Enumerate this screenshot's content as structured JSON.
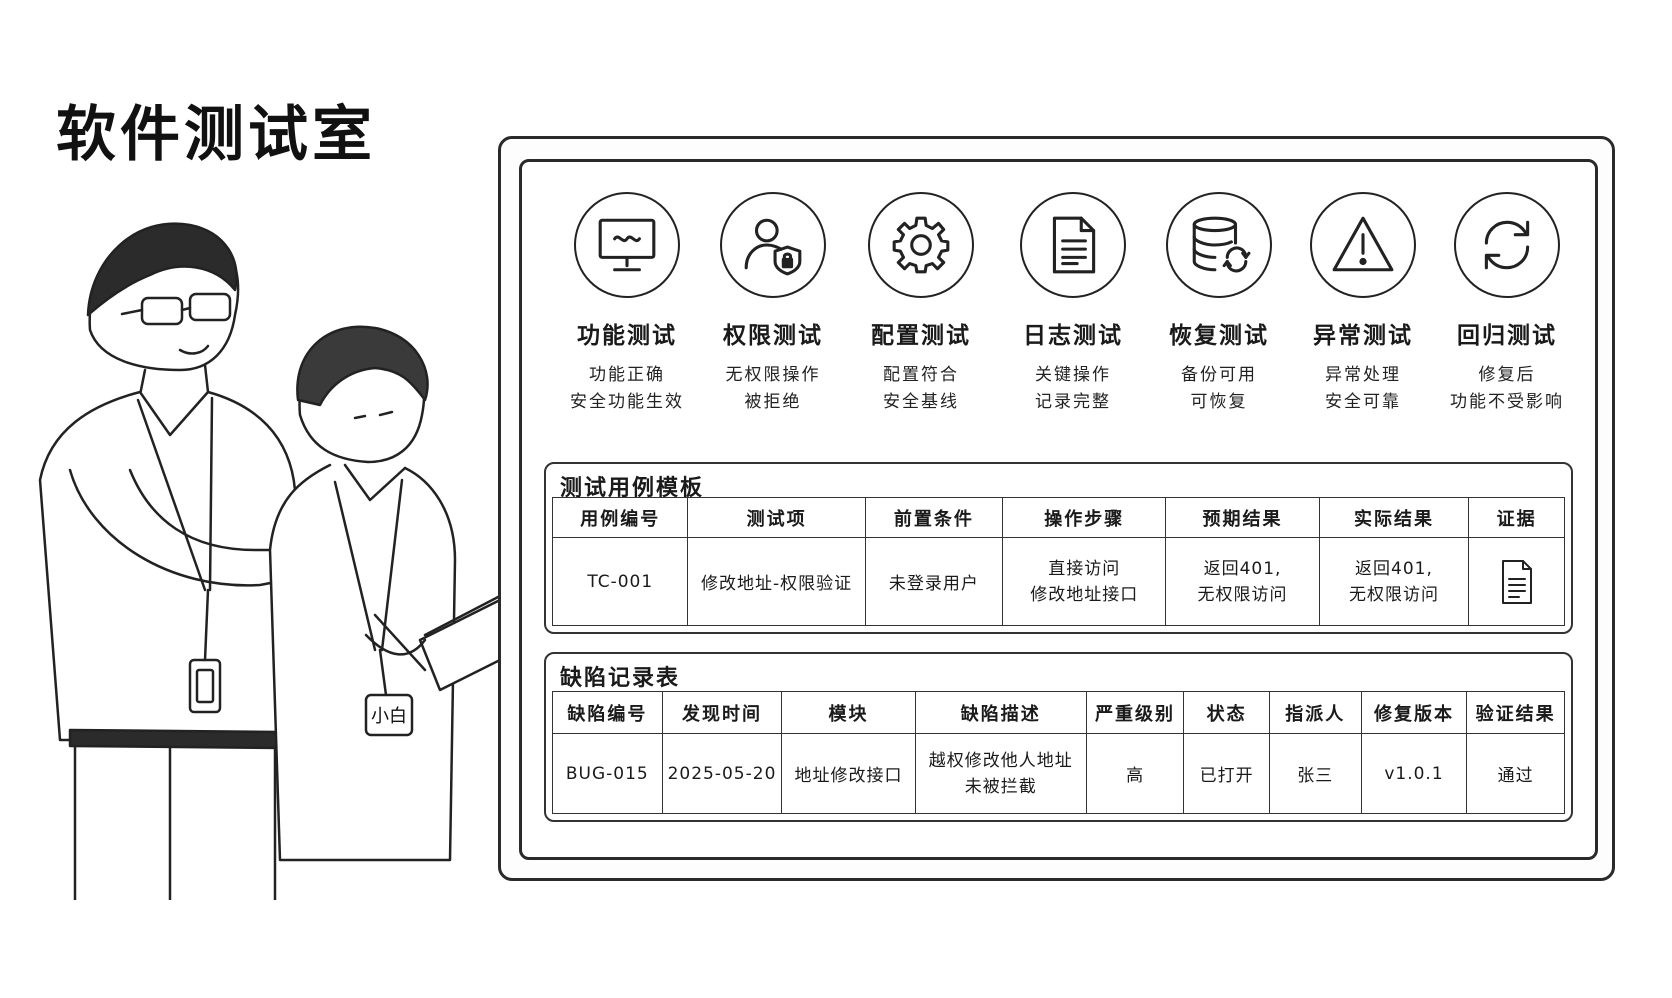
{
  "title": "软件测试室",
  "student_badge": "小白",
  "tests": [
    {
      "name": "功能测试",
      "desc1": "功能正确",
      "desc2": "安全功能生效",
      "icon": "monitor-icon"
    },
    {
      "name": "权限测试",
      "desc1": "无权限操作",
      "desc2": "被拒绝",
      "icon": "user-shield-icon"
    },
    {
      "name": "配置测试",
      "desc1": "配置符合",
      "desc2": "安全基线",
      "icon": "gear-icon"
    },
    {
      "name": "日志测试",
      "desc1": "关键操作",
      "desc2": "记录完整",
      "icon": "document-icon"
    },
    {
      "name": "恢复测试",
      "desc1": "备份可用",
      "desc2": "可恢复",
      "icon": "database-refresh-icon"
    },
    {
      "name": "异常测试",
      "desc1": "异常处理",
      "desc2": "安全可靠",
      "icon": "warning-icon"
    },
    {
      "name": "回归测试",
      "desc1": "修复后",
      "desc2": "功能不受影响",
      "icon": "refresh-icon"
    }
  ],
  "testcase": {
    "title": "测试用例模板",
    "headers": [
      "用例编号",
      "测试项",
      "前置条件",
      "操作步骤",
      "预期结果",
      "实际结果",
      "证据"
    ],
    "row": {
      "id": "TC-001",
      "item": "修改地址-权限验证",
      "precondition": "未登录用户",
      "steps1": "直接访问",
      "steps2": "修改地址接口",
      "expected1": "返回401,",
      "expected2": "无权限访问",
      "actual1": "返回401,",
      "actual2": "无权限访问",
      "evidence_icon": "document-icon"
    }
  },
  "defects": {
    "title": "缺陷记录表",
    "headers": [
      "缺陷编号",
      "发现时间",
      "模块",
      "缺陷描述",
      "严重级别",
      "状态",
      "指派人",
      "修复版本",
      "验证结果"
    ],
    "row": {
      "id": "BUG-015",
      "date": "2025-05-20",
      "module": "地址修改接口",
      "desc1": "越权修改他人地址",
      "desc2": "未被拦截",
      "severity": "高",
      "status": "已打开",
      "assignee": "张三",
      "version": "v1.0.1",
      "result": "通过"
    }
  }
}
